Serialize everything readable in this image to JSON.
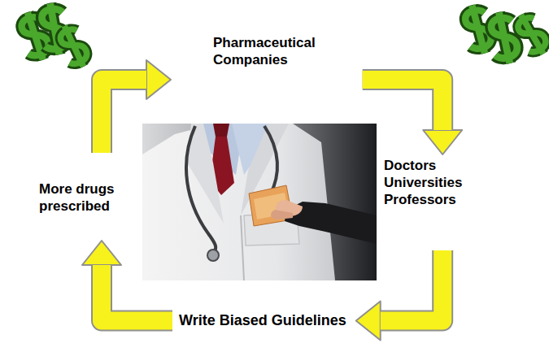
{
  "diagram": {
    "nodes": [
      {
        "text": [
          "Pharmaceutical Companies"
        ]
      },
      {
        "text": [
          "Doctors Universities Professors"
        ]
      },
      {
        "text": [
          "Write Biased Guidelines"
        ]
      },
      {
        "text": [
          "More drugs prescribed"
        ]
      }
    ],
    "edges": [
      {
        "from": 0,
        "to": 1,
        "arrow": "to"
      },
      {
        "from": 1,
        "to": 2,
        "arrow": "to"
      },
      {
        "from": 2,
        "to": 3,
        "arrow": "to"
      },
      {
        "from": 3,
        "to": 0,
        "arrow": "to"
      }
    ]
  }
}
